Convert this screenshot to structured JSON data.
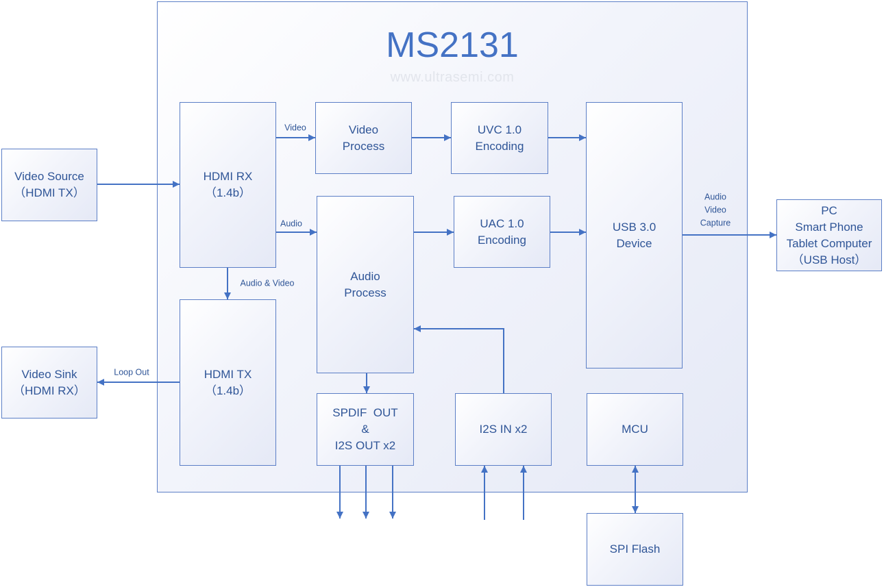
{
  "chip": {
    "title": "MS2131",
    "watermark": "www.ultrasemi.com"
  },
  "blocks": {
    "video_source": [
      "Video Source",
      "（HDMI TX）"
    ],
    "video_sink": [
      "Video Sink",
      "（HDMI RX）"
    ],
    "hdmi_rx": [
      "HDMI RX",
      "（1.4b）"
    ],
    "hdmi_tx": [
      "HDMI TX",
      "（1.4b）"
    ],
    "video_process": [
      "Video",
      "Process"
    ],
    "uvc_encoding": [
      "UVC 1.0",
      "Encoding"
    ],
    "audio_process": [
      "Audio",
      "Process"
    ],
    "uac_encoding": [
      "UAC 1.0",
      "Encoding"
    ],
    "usb_device": [
      "USB 3.0",
      "Device"
    ],
    "spdif_i2s_out": [
      "SPDIF  OUT",
      "&",
      "I2S OUT x2"
    ],
    "i2s_in": [
      "I2S IN x2"
    ],
    "mcu": [
      "MCU"
    ],
    "spi_flash": [
      "SPI Flash"
    ],
    "usb_host": [
      "PC",
      "Smart Phone",
      "Tablet Computer",
      "（USB Host）"
    ]
  },
  "labels": {
    "video": "Video",
    "audio": "Audio",
    "audio_video": "Audio & Video",
    "loop_out": "Loop Out",
    "capture": [
      "Audio",
      "Video",
      "Capture"
    ]
  },
  "colors": {
    "accent": "#4472C4",
    "text": "#2F5597",
    "border": "#5B7EC6",
    "watermark": "#E2E5EC"
  }
}
